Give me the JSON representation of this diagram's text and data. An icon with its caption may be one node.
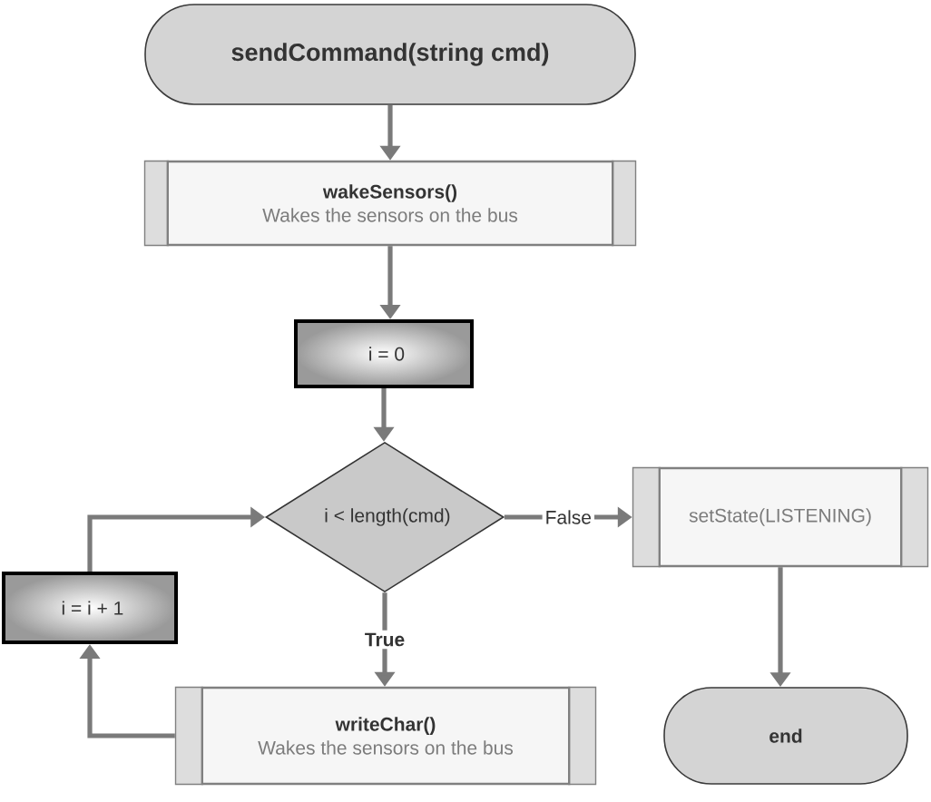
{
  "diagram": {
    "nodes": [
      {
        "text": [
          "sendCommand(string cmd)"
        ]
      },
      {
        "text": [
          "wakeSensors()",
          "Wakes the sensors on the bus"
        ]
      },
      {
        "text": [
          "i = 0"
        ]
      },
      {
        "text": [
          "i < length(cmd)"
        ]
      },
      {
        "text": [
          "setState(LISTENING)"
        ]
      },
      {
        "text": [
          "i = i + 1"
        ]
      },
      {
        "text": [
          "writeChar()",
          "Wakes the sensors on the bus"
        ]
      },
      {
        "text": [
          "end"
        ]
      }
    ],
    "edges": [
      {
        "from": 0,
        "to": 1,
        "arrow": "to"
      },
      {
        "from": 1,
        "to": 2,
        "arrow": "to"
      },
      {
        "from": 2,
        "to": 3,
        "arrow": "to"
      },
      {
        "from": 3,
        "to": 4,
        "arrow": "to",
        "label": "False"
      },
      {
        "from": 3,
        "to": 6,
        "arrow": "to",
        "label": "True"
      },
      {
        "from": 6,
        "to": 5,
        "arrow": "to"
      },
      {
        "from": 5,
        "to": 3,
        "arrow": "to"
      },
      {
        "from": 4,
        "to": 7,
        "arrow": "to"
      }
    ]
  }
}
